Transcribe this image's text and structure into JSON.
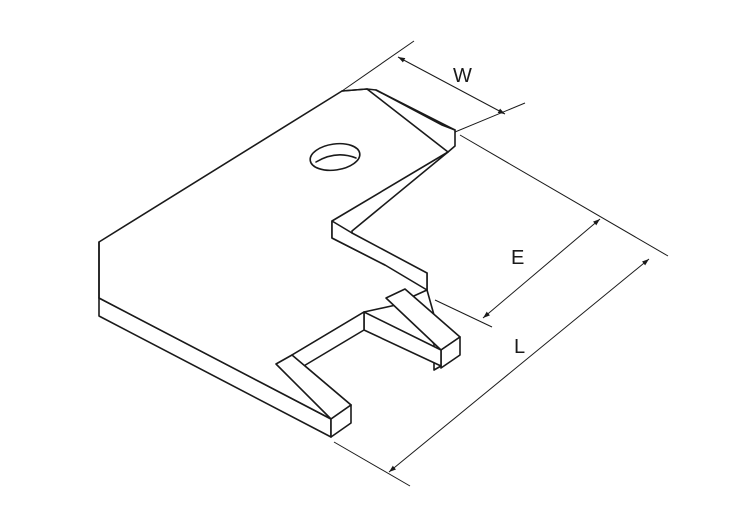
{
  "figure": {
    "labels": {
      "width": "W",
      "engagement": "E",
      "length": "L"
    }
  }
}
